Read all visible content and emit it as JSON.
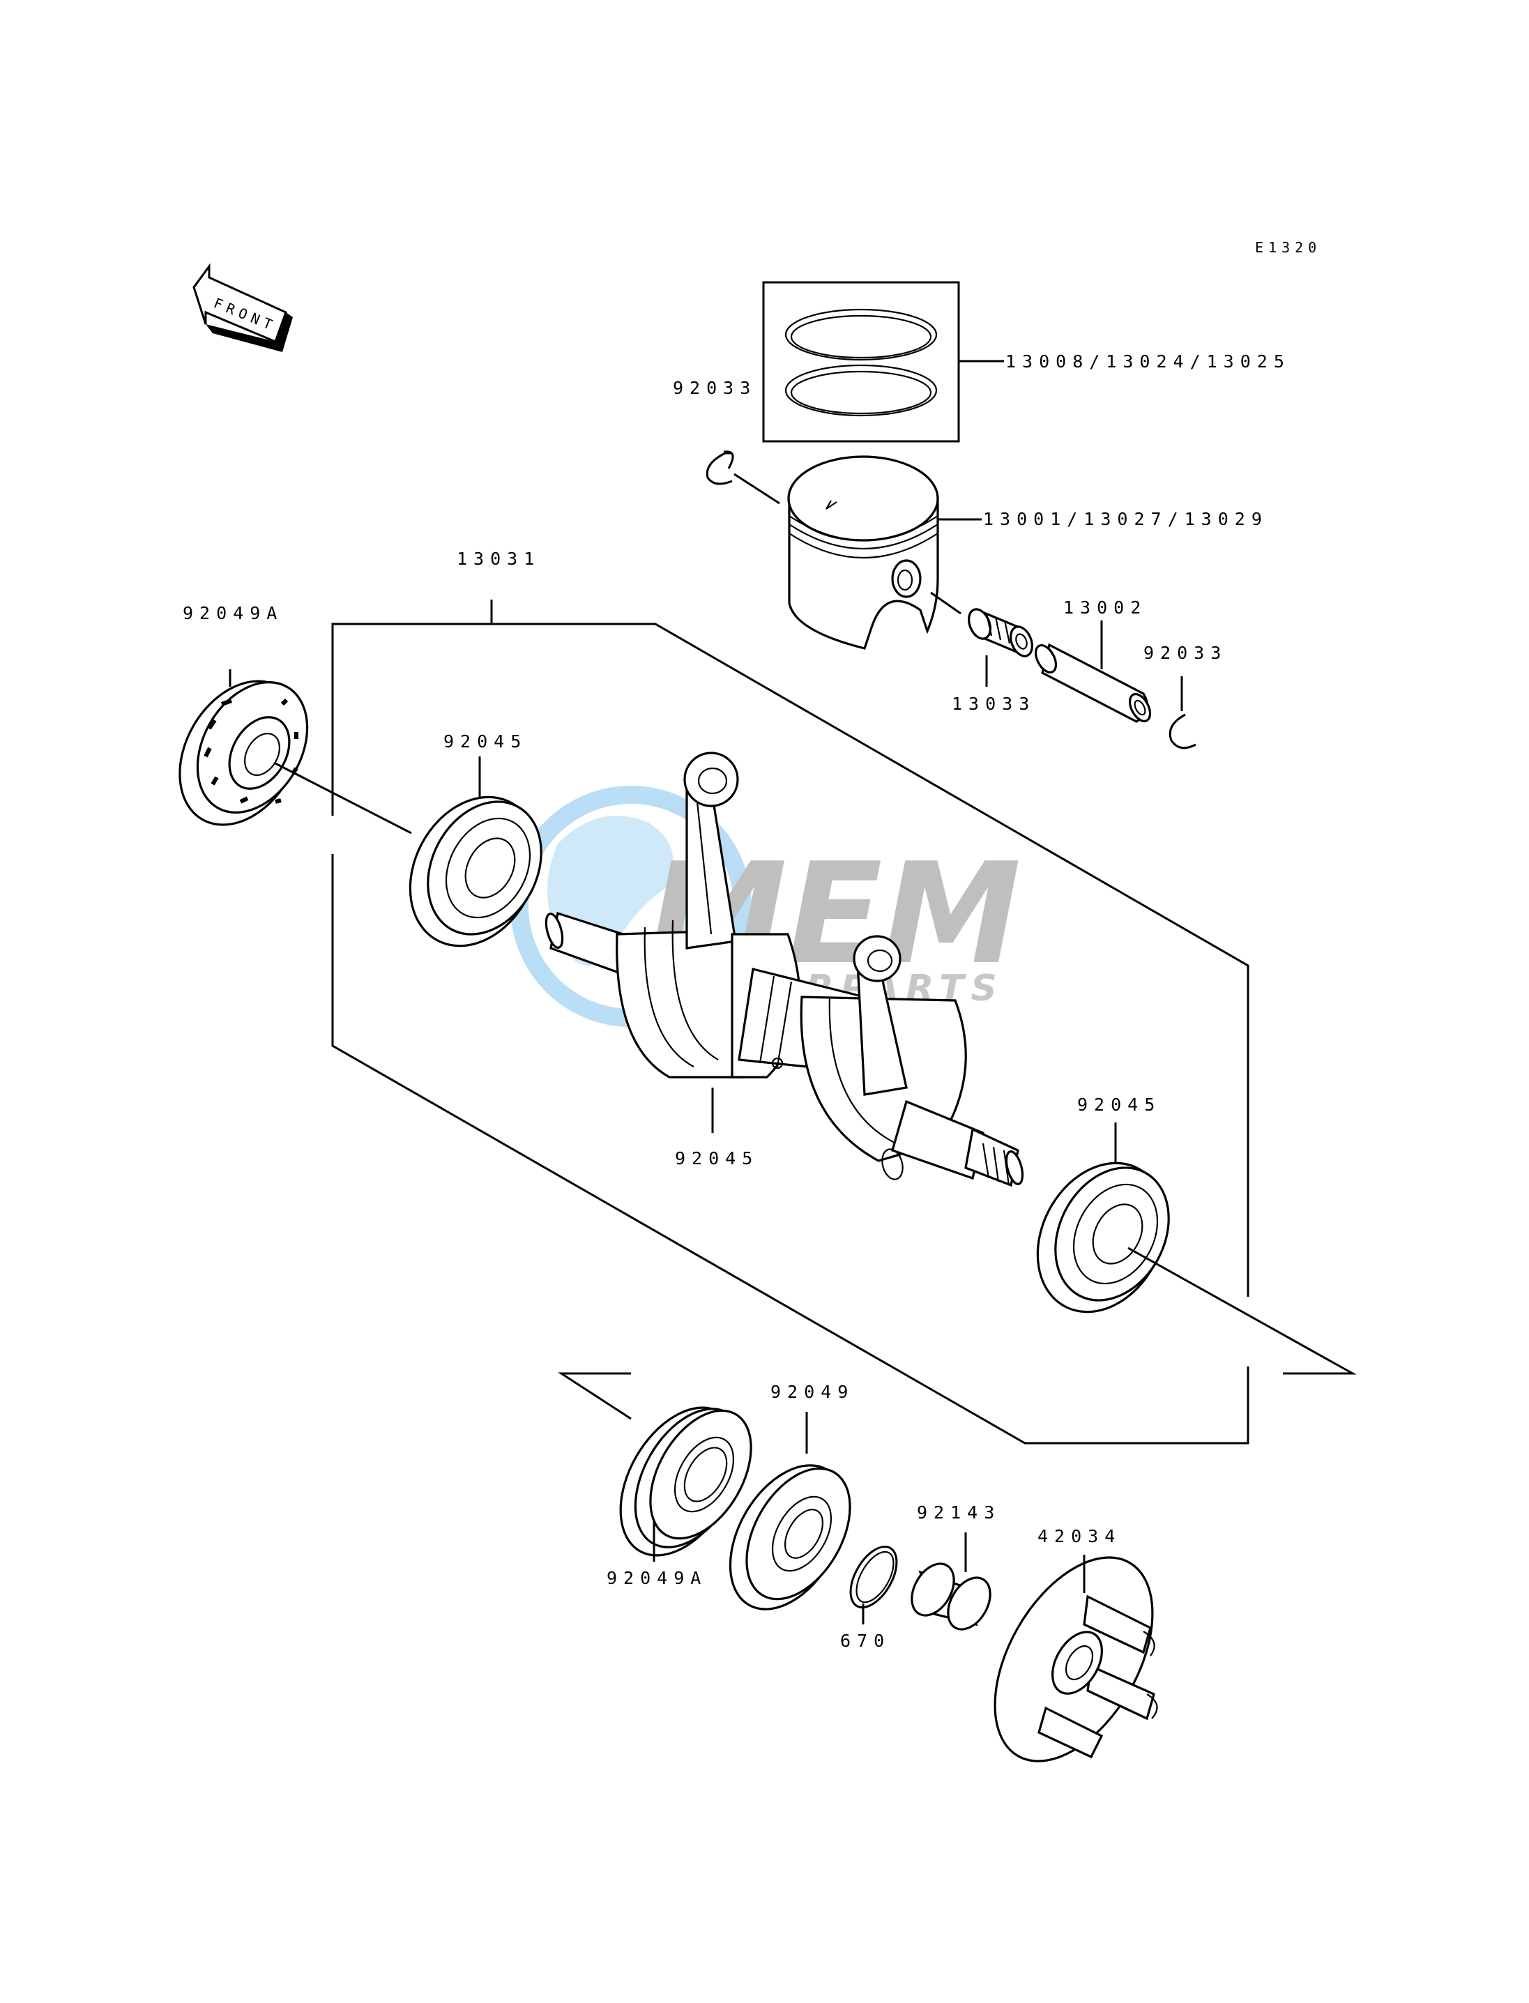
{
  "diagram": {
    "code": "E1320",
    "front_label": "FRONT",
    "watermark": {
      "brand": "MEM",
      "tagline": "MOTORPARTS",
      "colors": {
        "globe": "#7fc3ec",
        "brand": "#8c8c8c"
      }
    },
    "parts": [
      {
        "id": "13008/13024/13025",
        "name": "piston-rings"
      },
      {
        "id": "13001/13027/13029",
        "name": "piston"
      },
      {
        "id": "92033",
        "name": "piston-pin-clip-left"
      },
      {
        "id": "92033",
        "name": "piston-pin-clip-right"
      },
      {
        "id": "13002",
        "name": "piston-pin"
      },
      {
        "id": "13033",
        "name": "needle-bearing"
      },
      {
        "id": "13031",
        "name": "crankshaft-assembly"
      },
      {
        "id": "92049A",
        "name": "oil-seal-top"
      },
      {
        "id": "92045",
        "name": "ball-bearing-left"
      },
      {
        "id": "92045",
        "name": "ball-bearing-center"
      },
      {
        "id": "92045",
        "name": "ball-bearing-right"
      },
      {
        "id": "92049",
        "name": "oil-seal"
      },
      {
        "id": "92049A",
        "name": "oil-seal-bottom"
      },
      {
        "id": "670",
        "name": "o-ring"
      },
      {
        "id": "92143",
        "name": "collar"
      },
      {
        "id": "42034",
        "name": "coupling"
      }
    ]
  }
}
